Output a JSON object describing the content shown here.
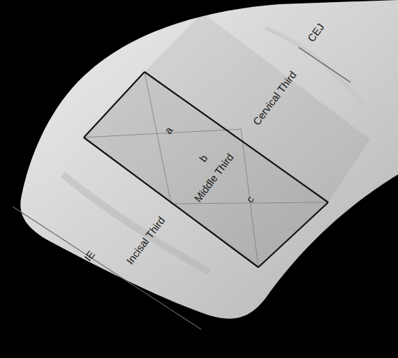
{
  "diagram": {
    "labels": [
      "CEJ",
      "Cervical Third",
      "a",
      "b",
      "Middle Third",
      "c",
      "Incisal Third",
      "IE"
    ]
  }
}
